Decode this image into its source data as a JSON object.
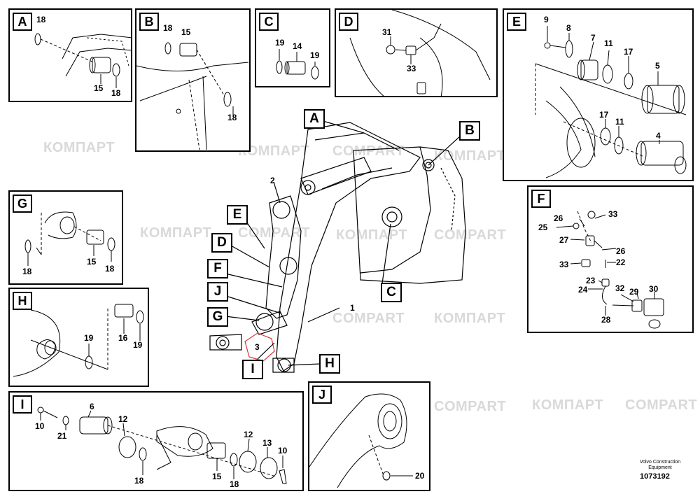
{
  "watermarks": [
    "COMPART",
    "КОМПАРТ"
  ],
  "panels": {
    "A": {
      "label": "A",
      "parts": [
        "18",
        "15",
        "18"
      ]
    },
    "B": {
      "label": "B",
      "parts": [
        "18",
        "15",
        "18"
      ]
    },
    "C": {
      "label": "C",
      "parts": [
        "19",
        "14",
        "19"
      ]
    },
    "D": {
      "label": "D",
      "parts": [
        "31",
        "33"
      ]
    },
    "E": {
      "label": "E",
      "parts": [
        "9",
        "8",
        "7",
        "11",
        "17",
        "5",
        "17",
        "11",
        "4"
      ]
    },
    "F": {
      "label": "F",
      "parts": [
        "26",
        "33",
        "25",
        "27",
        "26",
        "33",
        "22",
        "23",
        "24",
        "32",
        "29",
        "30",
        "28"
      ]
    },
    "G": {
      "label": "G",
      "parts": [
        "18",
        "15",
        "18"
      ]
    },
    "H": {
      "label": "H",
      "parts": [
        "19",
        "16",
        "19"
      ]
    },
    "I": {
      "label": "I",
      "parts": [
        "10",
        "21",
        "6",
        "12",
        "12",
        "13",
        "10",
        "18",
        "15",
        "18"
      ]
    },
    "J": {
      "label": "J",
      "parts": [
        "20"
      ]
    }
  },
  "main": {
    "callouts": [
      "A",
      "B",
      "C",
      "D",
      "E",
      "F",
      "G",
      "H",
      "I",
      "J"
    ],
    "parts": [
      "2",
      "1",
      "3"
    ]
  },
  "footer": {
    "line1": "Volvo Construction",
    "line2": "Equipment",
    "code": "1073192"
  }
}
